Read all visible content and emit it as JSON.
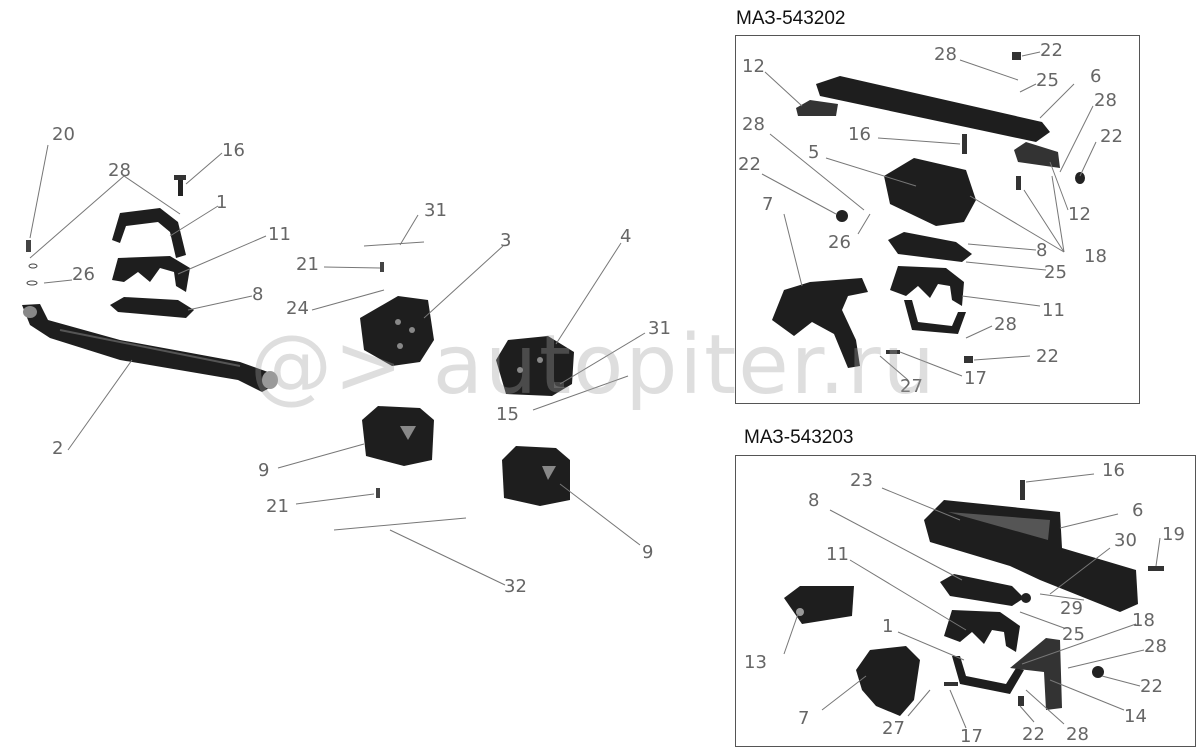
{
  "titles": {
    "upper_box": "МАЗ-543202",
    "lower_box": "МАЗ-543203"
  },
  "watermark": "@> autopiter.ru",
  "main_labels": [
    {
      "id": "m20",
      "text": "20"
    },
    {
      "id": "m28",
      "text": "28"
    },
    {
      "id": "m16",
      "text": "16"
    },
    {
      "id": "m1",
      "text": "1"
    },
    {
      "id": "m11",
      "text": "11"
    },
    {
      "id": "m26",
      "text": "26"
    },
    {
      "id": "m8",
      "text": "8"
    },
    {
      "id": "m2",
      "text": "2"
    },
    {
      "id": "m31a",
      "text": "31"
    },
    {
      "id": "m21a",
      "text": "21"
    },
    {
      "id": "m24",
      "text": "24"
    },
    {
      "id": "m3",
      "text": "3"
    },
    {
      "id": "m4",
      "text": "4"
    },
    {
      "id": "m31b",
      "text": "31"
    },
    {
      "id": "m15",
      "text": "15"
    },
    {
      "id": "m9a",
      "text": "9"
    },
    {
      "id": "m21b",
      "text": "21"
    },
    {
      "id": "m9b",
      "text": "9"
    },
    {
      "id": "m32",
      "text": "32"
    }
  ],
  "upper_labels": [
    {
      "id": "u28a",
      "text": "28"
    },
    {
      "id": "u22a",
      "text": "22"
    },
    {
      "id": "u12a",
      "text": "12"
    },
    {
      "id": "u25a",
      "text": "25"
    },
    {
      "id": "u6",
      "text": "6"
    },
    {
      "id": "u28b",
      "text": "28"
    },
    {
      "id": "u16",
      "text": "16"
    },
    {
      "id": "u22b",
      "text": "22"
    },
    {
      "id": "u5",
      "text": "5"
    },
    {
      "id": "u28c",
      "text": "28"
    },
    {
      "id": "u22c",
      "text": "22"
    },
    {
      "id": "u7",
      "text": "7"
    },
    {
      "id": "u12b",
      "text": "12"
    },
    {
      "id": "u26",
      "text": "26"
    },
    {
      "id": "u8",
      "text": "8"
    },
    {
      "id": "u18",
      "text": "18"
    },
    {
      "id": "u25b",
      "text": "25"
    },
    {
      "id": "u11",
      "text": "11"
    },
    {
      "id": "u28d",
      "text": "28"
    },
    {
      "id": "u22d",
      "text": "22"
    },
    {
      "id": "u27",
      "text": "27"
    },
    {
      "id": "u17",
      "text": "17"
    }
  ],
  "lower_labels": [
    {
      "id": "l16",
      "text": "16"
    },
    {
      "id": "l23",
      "text": "23"
    },
    {
      "id": "l6",
      "text": "6"
    },
    {
      "id": "l8",
      "text": "8"
    },
    {
      "id": "l19",
      "text": "19"
    },
    {
      "id": "l30",
      "text": "30"
    },
    {
      "id": "l11",
      "text": "11"
    },
    {
      "id": "l29",
      "text": "29"
    },
    {
      "id": "l18",
      "text": "18"
    },
    {
      "id": "l25",
      "text": "25"
    },
    {
      "id": "l1",
      "text": "1"
    },
    {
      "id": "l28a",
      "text": "28"
    },
    {
      "id": "l13",
      "text": "13"
    },
    {
      "id": "l22a",
      "text": "22"
    },
    {
      "id": "l7",
      "text": "7"
    },
    {
      "id": "l27",
      "text": "27"
    },
    {
      "id": "l17",
      "text": "17"
    },
    {
      "id": "l22b",
      "text": "22"
    },
    {
      "id": "l28b",
      "text": "28"
    },
    {
      "id": "l14",
      "text": "14"
    }
  ],
  "colors": {
    "part": "#1e1e1e",
    "part_light": "#6a6a6a",
    "leader": "#777777",
    "frame": "#555555"
  }
}
